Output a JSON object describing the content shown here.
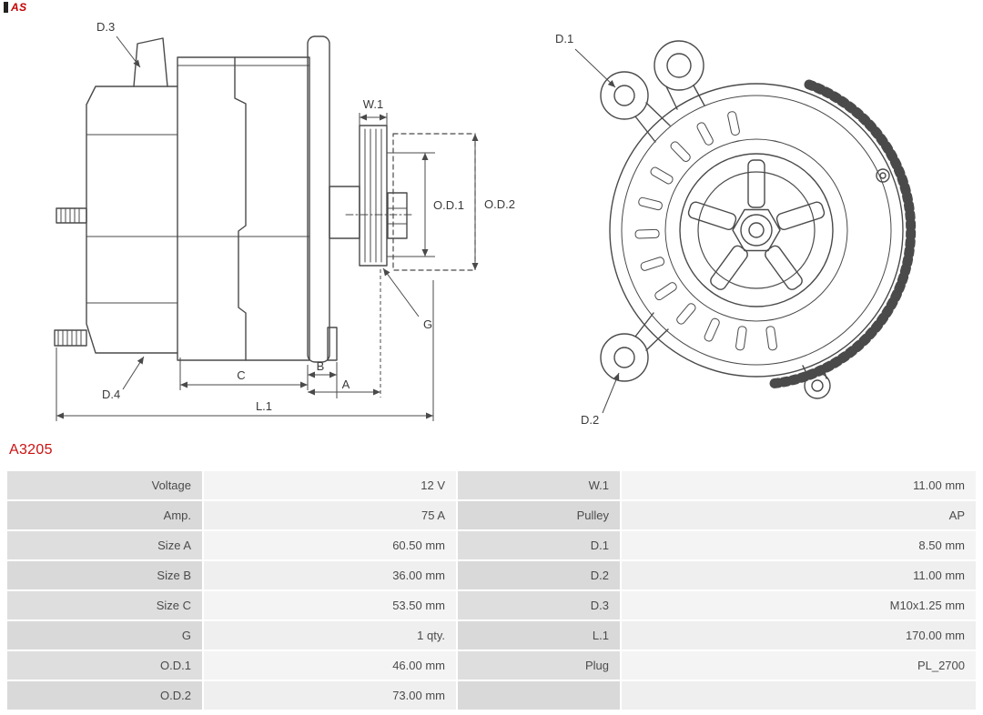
{
  "brand": {
    "text": "AS"
  },
  "part_number": "A3205",
  "diagram": {
    "side": {
      "d3": "D.3",
      "d4": "D.4",
      "w1": "W.1",
      "od1": "O.D.1",
      "od2": "O.D.2",
      "g": "G",
      "a": "A",
      "b": "B",
      "c": "C",
      "l1": "L.1"
    },
    "front": {
      "d1": "D.1",
      "d2": "D.2"
    }
  },
  "table": {
    "rows": [
      {
        "c1": "Voltage",
        "c2": "12 V",
        "c3": "W.1",
        "c4": "11.00 mm"
      },
      {
        "c1": "Amp.",
        "c2": "75 A",
        "c3": "Pulley",
        "c4": "AP"
      },
      {
        "c1": "Size A",
        "c2": "60.50 mm",
        "c3": "D.1",
        "c4": "8.50 mm"
      },
      {
        "c1": "Size B",
        "c2": "36.00 mm",
        "c3": "D.2",
        "c4": "11.00 mm"
      },
      {
        "c1": "Size C",
        "c2": "53.50 mm",
        "c3": "D.3",
        "c4": "M10x1.25 mm"
      },
      {
        "c1": "G",
        "c2": "1 qty.",
        "c3": "L.1",
        "c4": "170.00 mm"
      },
      {
        "c1": "O.D.1",
        "c2": "46.00 mm",
        "c3": "Plug",
        "c4": "PL_2700"
      },
      {
        "c1": "O.D.2",
        "c2": "73.00 mm",
        "c3": "",
        "c4": ""
      }
    ]
  }
}
